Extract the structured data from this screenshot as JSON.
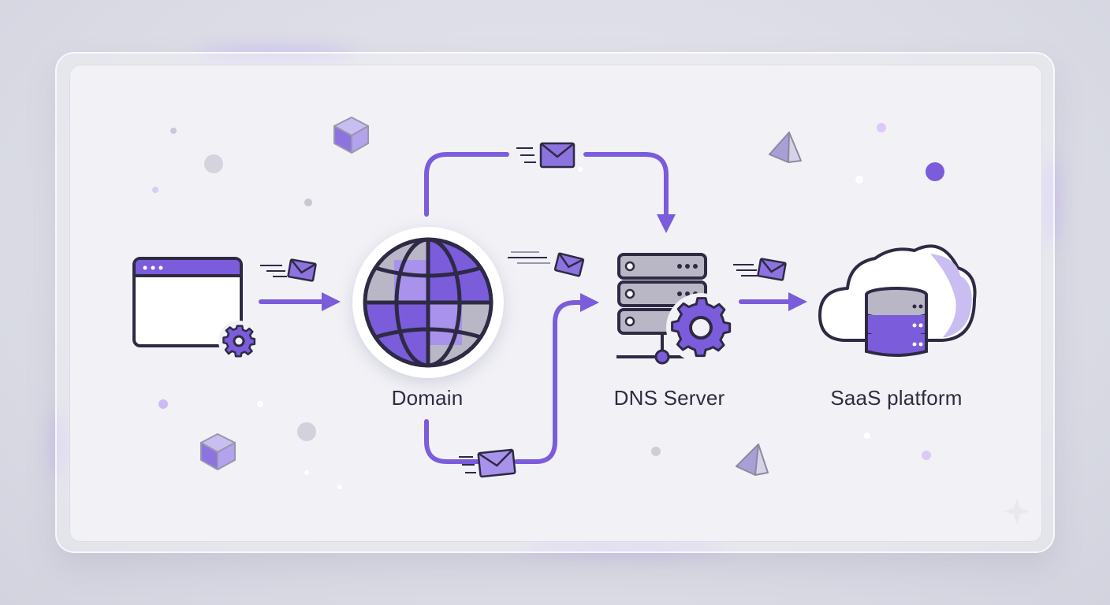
{
  "nodes": {
    "domain": {
      "label": "Domain"
    },
    "dns_server": {
      "label": "DNS Server"
    },
    "saas_platform": {
      "label": "SaaS platform"
    }
  },
  "colors": {
    "accent": "#7b5cdb",
    "accent_light": "#a892ec",
    "outline": "#2e2a44",
    "globe_gray": "#b9b6c6",
    "panel": "#f1f1f6"
  },
  "icons": [
    "browser-window-icon",
    "gear-icon",
    "globe-icon",
    "server-rack-icon",
    "cloud-database-icon",
    "envelope-icon",
    "cube-icon",
    "pyramid-icon"
  ]
}
